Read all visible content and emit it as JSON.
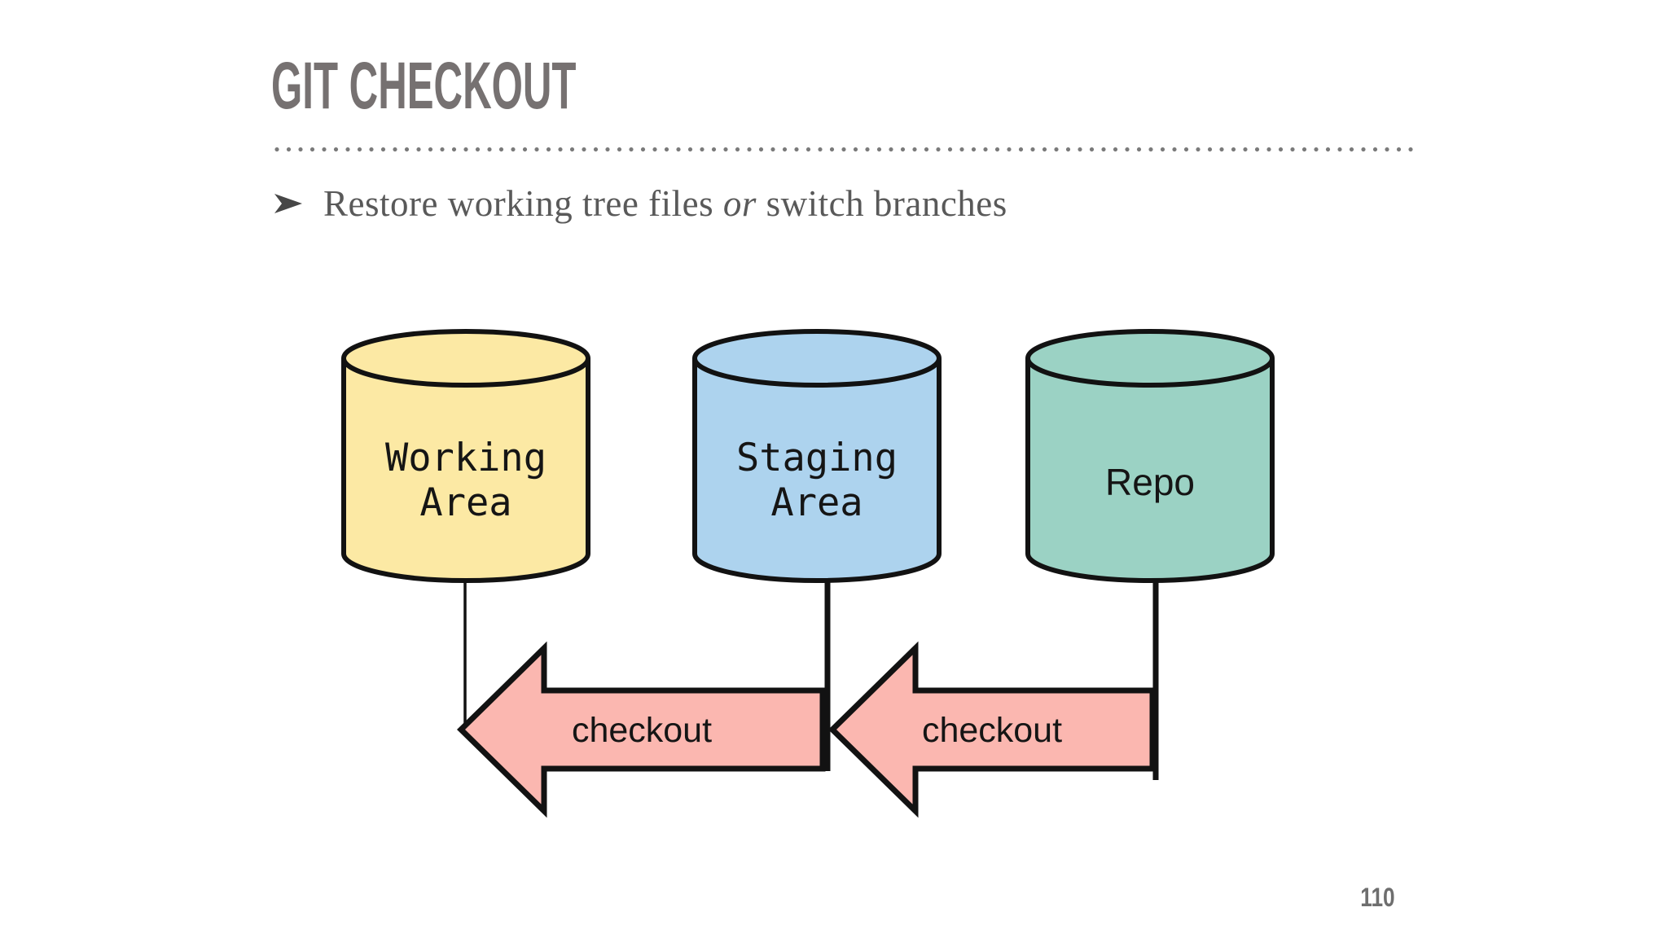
{
  "slide": {
    "title": "GIT CHECKOUT",
    "page_number": "110",
    "colors": {
      "title_gray": "#767171",
      "body_text_gray": "#595959",
      "divider_dot_gray": "#7a7a7a",
      "outline_black": "#121212"
    }
  },
  "bullet": {
    "icon_name": "right-arrowhead-icon",
    "text_before": "Restore working tree files ",
    "text_italic": "or",
    "text_after": " switch branches"
  },
  "diagram": {
    "cylinders": [
      {
        "id": "working-area",
        "label_lines": [
          "Working",
          "Area"
        ],
        "fill": "#FCE9A4"
      },
      {
        "id": "staging-area",
        "label_lines": [
          "Staging",
          "Area"
        ],
        "fill": "#ADD3EE"
      },
      {
        "id": "repo",
        "label_lines": [
          "Repo"
        ],
        "fill": "#9BD2C4"
      }
    ],
    "arrows": [
      {
        "id": "checkout-staging-to-working",
        "label": "checkout",
        "fill": "#FBB7B0",
        "direction": "left"
      },
      {
        "id": "checkout-repo-to-staging",
        "label": "checkout",
        "fill": "#FBB7B0",
        "direction": "left"
      }
    ]
  }
}
